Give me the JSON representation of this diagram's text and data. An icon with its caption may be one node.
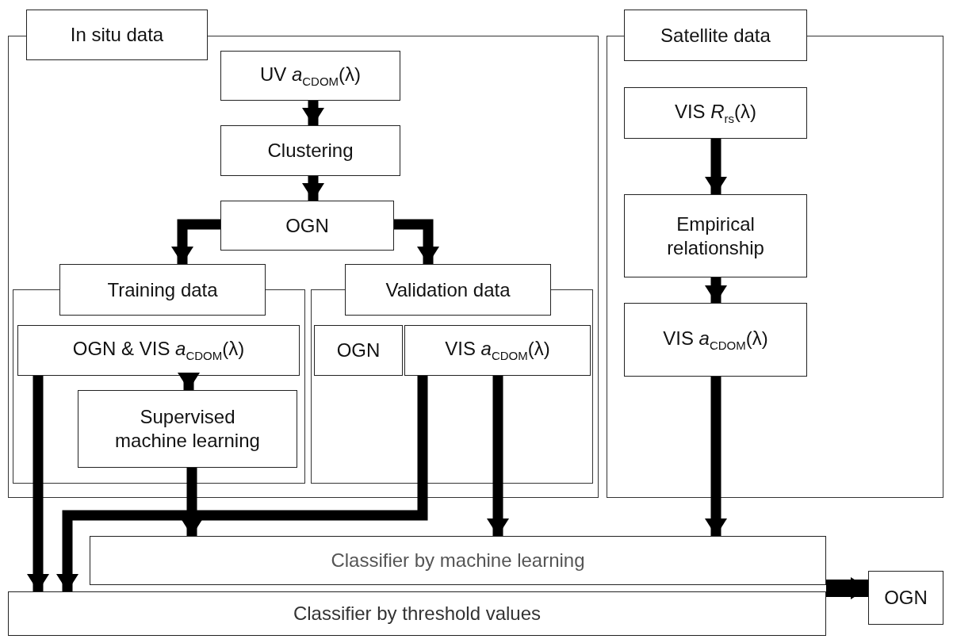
{
  "diagram": {
    "nodes": [
      {
        "text": [],
        "shape": "box"
      },
      {
        "text": [
          "In situ data"
        ],
        "in": 0
      },
      {
        "text": [
          "UV *a*$_{CDOM}$(λ)"
        ],
        "in": 0
      },
      {
        "text": [
          "Clustering"
        ],
        "in": 0
      },
      {
        "text": [
          "OGN"
        ],
        "in": 0
      },
      {
        "text": [],
        "shape": "box",
        "in": 0
      },
      {
        "text": [
          "Training data"
        ],
        "in": 5
      },
      {
        "text": [
          "OGN & VIS *a*$_{CDOM}$(λ)"
        ],
        "in": 5
      },
      {
        "text": [
          "Supervised machine learning"
        ],
        "in": 5
      },
      {
        "text": [],
        "shape": "box",
        "in": 0
      },
      {
        "text": [
          "Validation data"
        ],
        "in": 9
      },
      {
        "text": [
          "OGN"
        ],
        "in": 9
      },
      {
        "text": [
          "VIS *a*$_{CDOM}$(λ)"
        ],
        "in": 9
      },
      {
        "text": [],
        "shape": "box"
      },
      {
        "text": [
          "Satellite data"
        ],
        "in": 13
      },
      {
        "text": [
          "VIS *R*$_{rs}$(λ)"
        ],
        "in": 13
      },
      {
        "text": [
          "Empirical relationship"
        ],
        "in": 13
      },
      {
        "text": [
          "VIS *a*$_{CDOM}$(λ)"
        ],
        "in": 13
      },
      {
        "text": [
          "Classifier by machine learning"
        ]
      },
      {
        "text": [
          "Classifier by threshold values"
        ]
      },
      {
        "text": [
          "OGN"
        ]
      }
    ],
    "edges": [
      {
        "from": 2,
        "to": 3,
        "arrow": "to"
      },
      {
        "from": 3,
        "to": 4,
        "arrow": "to"
      },
      {
        "from": 4,
        "to": 6,
        "arrow": "to"
      },
      {
        "from": 4,
        "to": 10,
        "arrow": "to"
      },
      {
        "from": 15,
        "to": 16,
        "arrow": "to"
      },
      {
        "from": 16,
        "to": 17,
        "arrow": "to"
      },
      {
        "from": 7,
        "to": 8,
        "arrow": "to"
      },
      {
        "from": 7,
        "to": 19,
        "arrow": "to"
      },
      {
        "from": 8,
        "to": 18,
        "arrow": "to"
      },
      {
        "from": 12,
        "to": 19,
        "arrow": "to"
      },
      {
        "from": 12,
        "to": 18,
        "arrow": "to"
      },
      {
        "from": 17,
        "to": 18,
        "arrow": "to"
      },
      {
        "from": 18,
        "to": 20,
        "arrow": "to"
      },
      {
        "from": 19,
        "to": 20,
        "arrow": "to"
      }
    ]
  }
}
